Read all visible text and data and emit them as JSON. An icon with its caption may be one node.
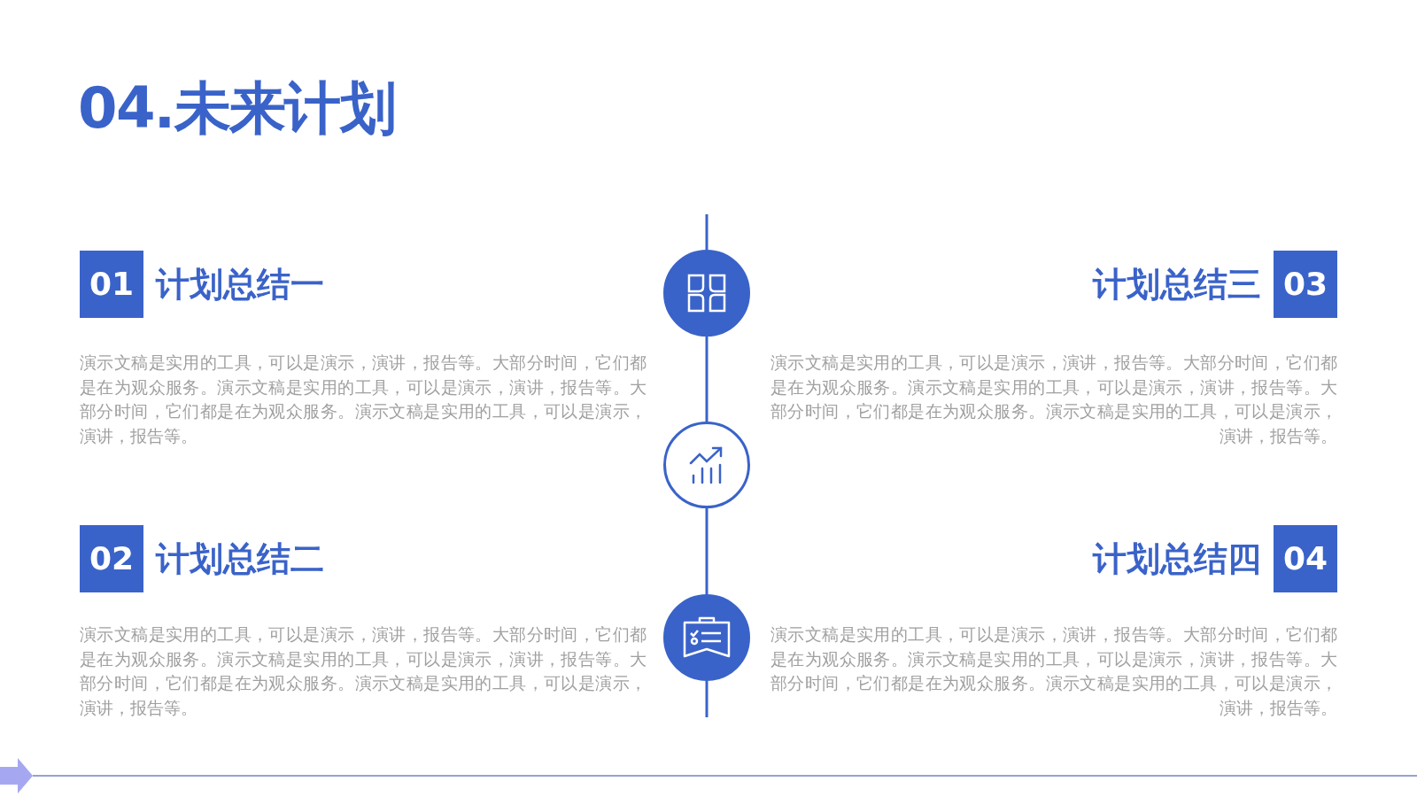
{
  "diagram": {
    "title": "04.未来计划",
    "nodes": [
      {
        "text": [
          "01"
        ],
        "beside": [
          "计划总结一"
        ]
      },
      {
        "text": [
          "02"
        ],
        "beside": [
          "计划总结二"
        ]
      },
      {
        "text": [
          "03"
        ],
        "beside": [
          "计划总结三"
        ]
      },
      {
        "text": [
          "04"
        ],
        "beside": [
          "计划总结四"
        ]
      },
      {
        "text": [],
        "shape": "circle"
      },
      {
        "text": [],
        "shape": "circle"
      },
      {
        "text": [],
        "shape": "circle"
      }
    ],
    "edges": [
      {
        "from": 4,
        "to": 5,
        "arrow": "none"
      },
      {
        "from": 5,
        "to": 6,
        "arrow": "none"
      }
    ],
    "labels": [
      "演示文稿是实用的工具，可以是演示，演讲，报告等。大部分时间，它们都是在为观众服务。演示文稿是实用的工具，可以是演示，演讲，报告等。大部分时间，它们都是在为观众服务。演示文稿是实用的工具，可以是演示，演讲，报告等。",
      "演示文稿是实用的工具，可以是演示，演讲，报告等。大部分时间，它们都是在为观众服务。演示文稿是实用的工具，可以是演示，演讲，报告等。大部分时间，它们都是在为观众服务。演示文稿是实用的工具，可以是演示，演讲，报告等。",
      "演示文稿是实用的工具，可以是演示，演讲，报告等。大部分时间，它们都是在为观众服务。演示文稿是实用的工具，可以是演示，演讲，报告等。大部分时间，它们都是在为观众服务。演示文稿是实用的工具，可以是演示，演讲，报告等。",
      "演示文稿是实用的工具，可以是演示，演讲，报告等。大部分时间，它们都是在为观众服务。演示文稿是实用的工具，可以是演示，演讲，报告等。大部分时间，它们都是在为观众服务。演示文稿是实用的工具，可以是演示，演讲，报告等。"
    ]
  }
}
